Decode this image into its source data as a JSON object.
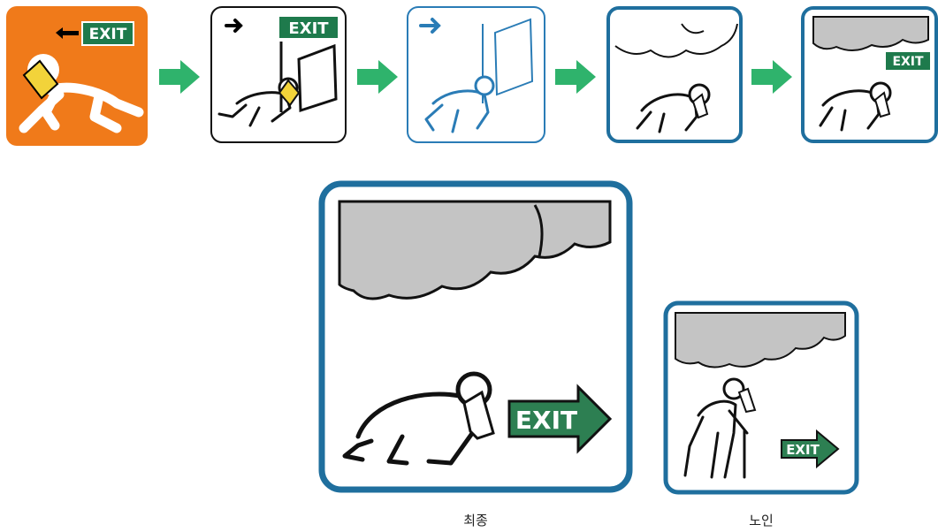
{
  "colors": {
    "orange": "#f07a1a",
    "green_sign": "#1e7a4c",
    "arrow_green": "#2fb36c",
    "blue_border": "#1f6f9e",
    "light_blue": "#2a7cb6",
    "smoke": "#c4c4c4",
    "towel": "#f2d33a"
  },
  "panels": [
    {
      "style": "orange-original",
      "exit_label": "EXIT"
    },
    {
      "style": "black-outline",
      "exit_label": "EXIT"
    },
    {
      "style": "blue-outline",
      "exit_label": ""
    },
    {
      "style": "blue-smoke",
      "exit_label": ""
    },
    {
      "style": "blue-smoke-exit",
      "exit_label": "EXIT"
    }
  ],
  "final": {
    "exit_label": "EXIT",
    "caption": "최종"
  },
  "elderly": {
    "exit_label": "EXIT",
    "caption": "노인"
  }
}
